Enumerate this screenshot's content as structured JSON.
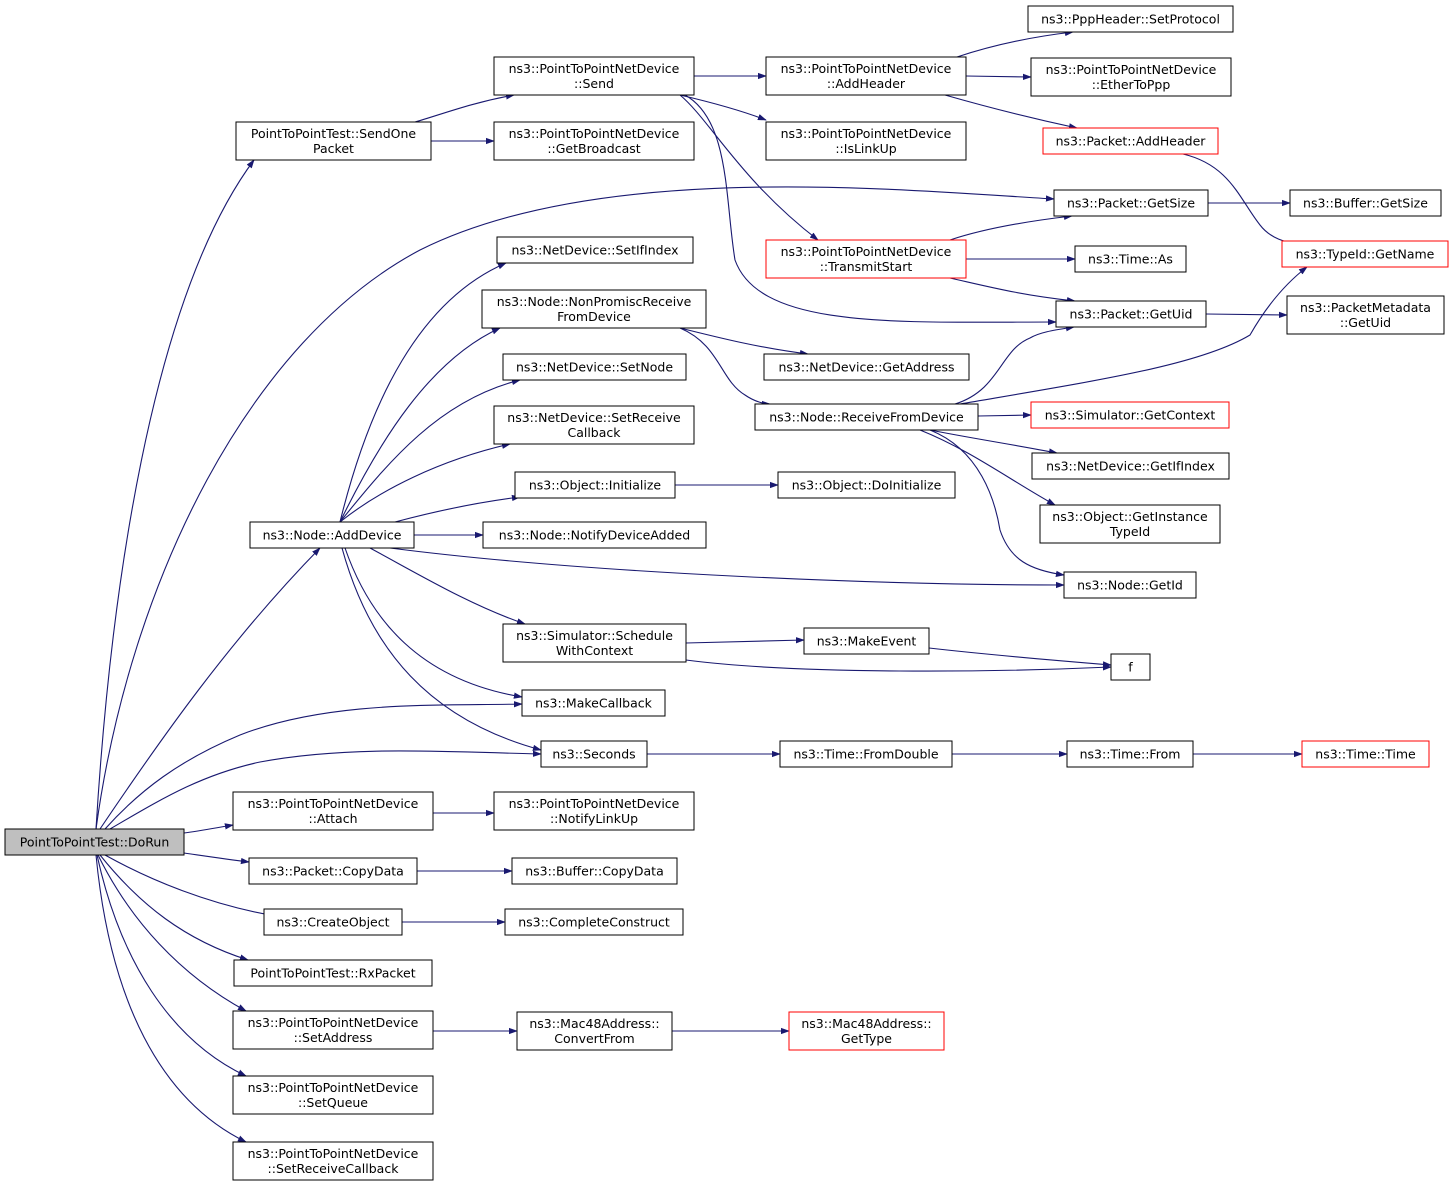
{
  "graph": {
    "colors": {
      "edge": "#191970",
      "node_border": "#000000",
      "truncated_border": "#ff0000",
      "root_fill": "#bfbfbf"
    },
    "nodes": [
      {
        "id": "dorun",
        "lines": [
          "PointToPointTest::DoRun"
        ],
        "root": true
      },
      {
        "id": "sendone",
        "lines": [
          "PointToPointTest::SendOne",
          "Packet"
        ]
      },
      {
        "id": "send",
        "lines": [
          "ns3::PointToPointNetDevice",
          "::Send"
        ]
      },
      {
        "id": "getbcast",
        "lines": [
          "ns3::PointToPointNetDevice",
          "::GetBroadcast"
        ]
      },
      {
        "id": "addhdr",
        "lines": [
          "ns3::PointToPointNetDevice",
          "::AddHeader"
        ]
      },
      {
        "id": "islinkup",
        "lines": [
          "ns3::PointToPointNetDevice",
          "::IsLinkUp"
        ]
      },
      {
        "id": "txstart",
        "lines": [
          "ns3::PointToPointNetDevice",
          "::TransmitStart"
        ],
        "truncated": true
      },
      {
        "id": "setproto",
        "lines": [
          "ns3::PppHeader::SetProtocol"
        ]
      },
      {
        "id": "ether2ppp",
        "lines": [
          "ns3::PointToPointNetDevice",
          "::EtherToPpp"
        ]
      },
      {
        "id": "pktaddhdr",
        "lines": [
          "ns3::Packet::AddHeader"
        ],
        "truncated": true
      },
      {
        "id": "getsize",
        "lines": [
          "ns3::Packet::GetSize"
        ]
      },
      {
        "id": "bufgetsize",
        "lines": [
          "ns3::Buffer::GetSize"
        ]
      },
      {
        "id": "typeidname",
        "lines": [
          "ns3::TypeId::GetName"
        ],
        "truncated": true
      },
      {
        "id": "timeas",
        "lines": [
          "ns3::Time::As"
        ]
      },
      {
        "id": "getuid",
        "lines": [
          "ns3::Packet::GetUid"
        ]
      },
      {
        "id": "pmgetuid",
        "lines": [
          "ns3::PacketMetadata",
          "::GetUid"
        ]
      },
      {
        "id": "setifindex",
        "lines": [
          "ns3::NetDevice::SetIfIndex"
        ]
      },
      {
        "id": "nonpromisc",
        "lines": [
          "ns3::Node::NonPromiscReceive",
          "FromDevice"
        ]
      },
      {
        "id": "getaddr",
        "lines": [
          "ns3::NetDevice::GetAddress"
        ]
      },
      {
        "id": "setnode",
        "lines": [
          "ns3::NetDevice::SetNode"
        ]
      },
      {
        "id": "recvfromdev",
        "lines": [
          "ns3::Node::ReceiveFromDevice"
        ]
      },
      {
        "id": "simgetctx",
        "lines": [
          "ns3::Simulator::GetContext"
        ],
        "truncated": true
      },
      {
        "id": "setrecvcb",
        "lines": [
          "ns3::NetDevice::SetReceive",
          "Callback"
        ]
      },
      {
        "id": "getifindex",
        "lines": [
          "ns3::NetDevice::GetIfIndex"
        ]
      },
      {
        "id": "objinit",
        "lines": [
          "ns3::Object::Initialize"
        ]
      },
      {
        "id": "objdoinit",
        "lines": [
          "ns3::Object::DoInitialize"
        ]
      },
      {
        "id": "getinsttype",
        "lines": [
          "ns3::Object::GetInstance",
          "TypeId"
        ]
      },
      {
        "id": "adddevice",
        "lines": [
          "ns3::Node::AddDevice"
        ]
      },
      {
        "id": "notifyadded",
        "lines": [
          "ns3::Node::NotifyDeviceAdded"
        ]
      },
      {
        "id": "nodegetid",
        "lines": [
          "ns3::Node::GetId"
        ]
      },
      {
        "id": "schedctx",
        "lines": [
          "ns3::Simulator::Schedule",
          "WithContext"
        ]
      },
      {
        "id": "makeevent",
        "lines": [
          "ns3::MakeEvent"
        ]
      },
      {
        "id": "f",
        "lines": [
          "f"
        ]
      },
      {
        "id": "makecb",
        "lines": [
          "ns3::MakeCallback"
        ]
      },
      {
        "id": "seconds",
        "lines": [
          "ns3::Seconds"
        ]
      },
      {
        "id": "fromdouble",
        "lines": [
          "ns3::Time::FromDouble"
        ]
      },
      {
        "id": "timefrom",
        "lines": [
          "ns3::Time::From"
        ]
      },
      {
        "id": "timetime",
        "lines": [
          "ns3::Time::Time"
        ],
        "truncated": true
      },
      {
        "id": "attach",
        "lines": [
          "ns3::PointToPointNetDevice",
          "::Attach"
        ]
      },
      {
        "id": "notifylinkup",
        "lines": [
          "ns3::PointToPointNetDevice",
          "::NotifyLinkUp"
        ]
      },
      {
        "id": "copydata",
        "lines": [
          "ns3::Packet::CopyData"
        ]
      },
      {
        "id": "bufcopydata",
        "lines": [
          "ns3::Buffer::CopyData"
        ]
      },
      {
        "id": "createobj",
        "lines": [
          "ns3::CreateObject"
        ]
      },
      {
        "id": "completeconstruct",
        "lines": [
          "ns3::CompleteConstruct"
        ]
      },
      {
        "id": "rxpacket",
        "lines": [
          "PointToPointTest::RxPacket"
        ]
      },
      {
        "id": "setaddress",
        "lines": [
          "ns3::PointToPointNetDevice",
          "::SetAddress"
        ]
      },
      {
        "id": "convertfrom",
        "lines": [
          "ns3::Mac48Address::",
          "ConvertFrom"
        ]
      },
      {
        "id": "mactype",
        "lines": [
          "ns3::Mac48Address::",
          "GetType"
        ],
        "truncated": true
      },
      {
        "id": "setqueue",
        "lines": [
          "ns3::PointToPointNetDevice",
          "::SetQueue"
        ]
      },
      {
        "id": "setrxcb",
        "lines": [
          "ns3::PointToPointNetDevice",
          "::SetReceiveCallback"
        ]
      }
    ],
    "edges": [
      [
        "dorun",
        "sendone"
      ],
      [
        "dorun",
        "getsize"
      ],
      [
        "dorun",
        "adddevice"
      ],
      [
        "dorun",
        "makecb"
      ],
      [
        "dorun",
        "seconds"
      ],
      [
        "dorun",
        "attach"
      ],
      [
        "dorun",
        "copydata"
      ],
      [
        "dorun",
        "createobj"
      ],
      [
        "dorun",
        "rxpacket"
      ],
      [
        "dorun",
        "setaddress"
      ],
      [
        "dorun",
        "setqueue"
      ],
      [
        "dorun",
        "setrxcb"
      ],
      [
        "sendone",
        "send"
      ],
      [
        "sendone",
        "getbcast"
      ],
      [
        "send",
        "addhdr"
      ],
      [
        "send",
        "islinkup"
      ],
      [
        "send",
        "txstart"
      ],
      [
        "send",
        "getuid"
      ],
      [
        "addhdr",
        "setproto"
      ],
      [
        "addhdr",
        "ether2ppp"
      ],
      [
        "addhdr",
        "pktaddhdr"
      ],
      [
        "pktaddhdr",
        "typeidname"
      ],
      [
        "txstart",
        "getsize"
      ],
      [
        "txstart",
        "timeas"
      ],
      [
        "txstart",
        "getuid"
      ],
      [
        "getsize",
        "bufgetsize"
      ],
      [
        "getuid",
        "pmgetuid"
      ],
      [
        "adddevice",
        "setifindex"
      ],
      [
        "adddevice",
        "nonpromisc"
      ],
      [
        "adddevice",
        "setnode"
      ],
      [
        "adddevice",
        "setrecvcb"
      ],
      [
        "adddevice",
        "objinit"
      ],
      [
        "adddevice",
        "notifyadded"
      ],
      [
        "adddevice",
        "nodegetid"
      ],
      [
        "adddevice",
        "schedctx"
      ],
      [
        "adddevice",
        "makecb"
      ],
      [
        "adddevice",
        "seconds"
      ],
      [
        "nonpromisc",
        "getaddr"
      ],
      [
        "nonpromisc",
        "recvfromdev"
      ],
      [
        "recvfromdev",
        "getuid"
      ],
      [
        "recvfromdev",
        "typeidname"
      ],
      [
        "recvfromdev",
        "simgetctx"
      ],
      [
        "recvfromdev",
        "getifindex"
      ],
      [
        "recvfromdev",
        "getinsttype"
      ],
      [
        "recvfromdev",
        "nodegetid"
      ],
      [
        "objinit",
        "objdoinit"
      ],
      [
        "schedctx",
        "makeevent"
      ],
      [
        "schedctx",
        "f"
      ],
      [
        "makeevent",
        "f"
      ],
      [
        "seconds",
        "fromdouble"
      ],
      [
        "fromdouble",
        "timefrom"
      ],
      [
        "timefrom",
        "timetime"
      ],
      [
        "attach",
        "notifylinkup"
      ],
      [
        "copydata",
        "bufcopydata"
      ],
      [
        "createobj",
        "completeconstruct"
      ],
      [
        "setaddress",
        "convertfrom"
      ],
      [
        "convertfrom",
        "mactype"
      ]
    ]
  }
}
